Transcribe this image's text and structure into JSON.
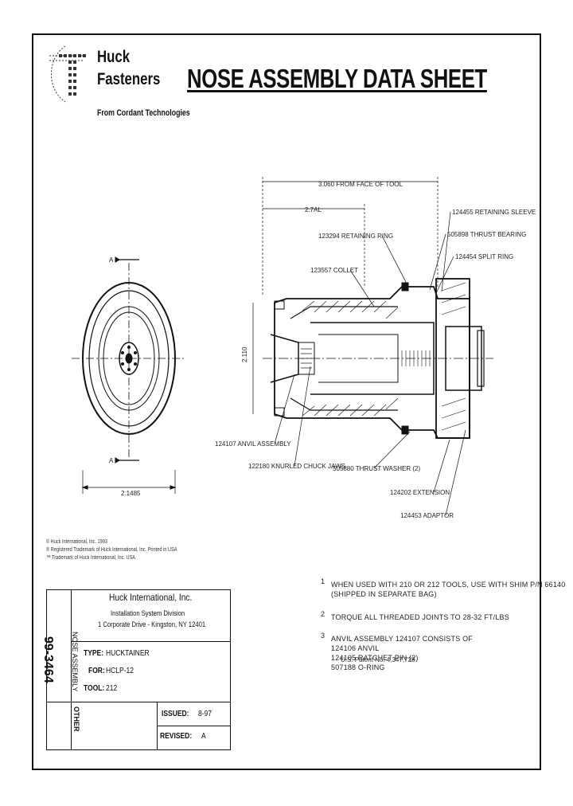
{
  "header": {
    "brand_line1": "Huck",
    "brand_line2": "Fasteners",
    "brand_tagline": "From Cordant Technologies",
    "title": "NOSE ASSEMBLY DATA SHEET"
  },
  "drawing": {
    "dim_top": "3.060 FROM FACE OF TOOL",
    "dim_second": "2.7AL",
    "section_label": "A",
    "dia_label": "2.110",
    "width_label": "2.1485",
    "callouts": {
      "retaining_sleeve": "124455 RETAINING SLEEVE",
      "thrust_bearing": "505898 THRUST BEARING",
      "split_ring": "124454 SPLIT RING",
      "retaining_ring": "123294 RETAINING RING",
      "collet": "123557 COLLET",
      "anvil_assembly": "124107 ANVIL ASSEMBLY",
      "knurled_chuck_jaws": "122180 KNURLED CHUCK JAWS",
      "thrust_washer": "505880 THRUST WASHER (2)",
      "extension": "124202 EXTENSION",
      "adaptor": "124453 ADAPTOR"
    }
  },
  "copyright": {
    "line1": "© Huck International, Inc. 1993",
    "line2": "® Registered Trademark of Huck International, Inc. Printed in USA",
    "line3": "™ Trademark of Huck International, Inc. USA"
  },
  "notes": {
    "n1_num": "1",
    "n1_a": "WHEN USED WITH 210 OR 212 TOOLS, USE WITH SHIM P/N 66140",
    "n1_b": "(SHIPPED IN SEPARATE BAG)",
    "n2_num": "2",
    "n2_a": "TORQUE ALL THREADED JOINTS TO 28-32 FT/LBS",
    "n3_num": "3",
    "n3_a": "ANVIL ASSEMBLY 124107 CONSISTS OF",
    "n3_b": "124106 ANVIL",
    "n3_c": "124105 RATCHET PIN (2)",
    "n3_d": "507188 O-RING",
    "patent": "U.S. Patent No. 4,347,728"
  },
  "title_block": {
    "company": "Huck International, Inc.",
    "division": "Installation System Division",
    "address": "1 Corporate Drive - Kingston, NY 12401",
    "type_label": "TYPE:",
    "type_value": "HUCKTAINER",
    "for_label": "FOR:",
    "for_value": "HCLP-12",
    "tool_label": "TOOL:",
    "tool_value": "212",
    "issued_label": "ISSUED:",
    "issued_value": "8-97",
    "revised_label": "REVISED:",
    "revised_value": "A",
    "doc_number": "99-3464",
    "category": "NOSE ASSEMBLY",
    "other": "OTHER"
  }
}
